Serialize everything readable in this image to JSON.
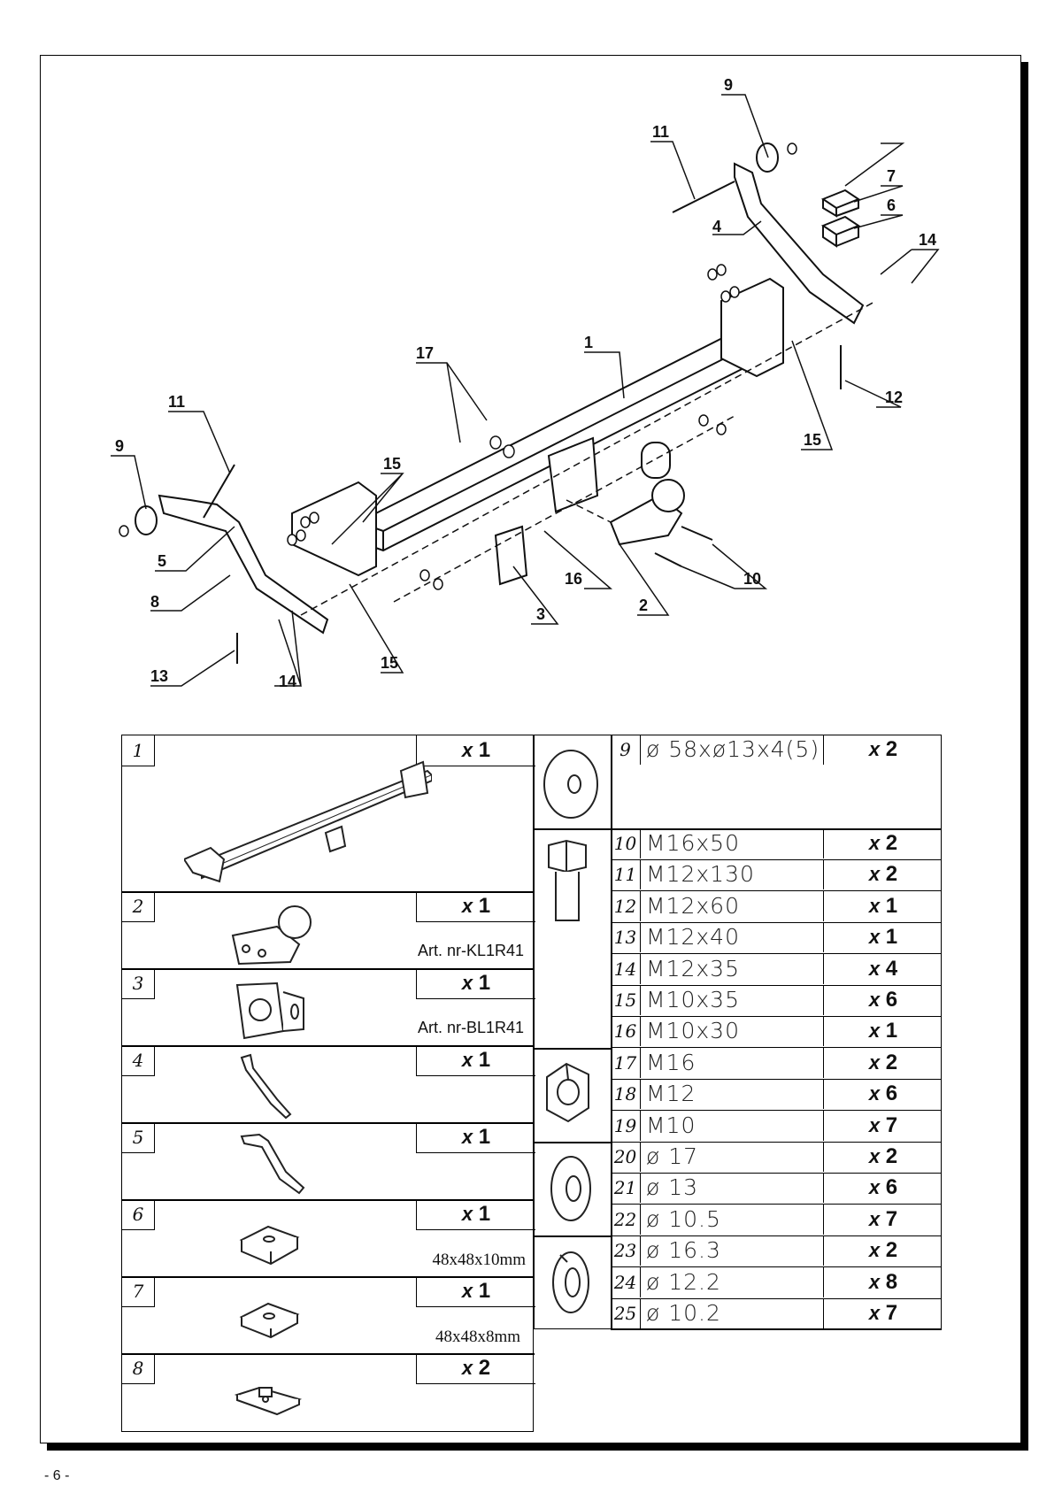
{
  "page": {
    "number": "- 6 -"
  },
  "diagram": {
    "callouts": [
      "1",
      "2",
      "3",
      "4",
      "5",
      "6",
      "7",
      "8",
      "9",
      "10",
      "11",
      "12",
      "13",
      "14",
      "15",
      "16",
      "17"
    ]
  },
  "parts_left": [
    {
      "num": "1",
      "qty": "1",
      "note": ""
    },
    {
      "num": "2",
      "qty": "1",
      "note": "Art. nr-KL1R41"
    },
    {
      "num": "3",
      "qty": "1",
      "note": "Art. nr-BL1R41"
    },
    {
      "num": "4",
      "qty": "1",
      "note": ""
    },
    {
      "num": "5",
      "qty": "1",
      "note": ""
    },
    {
      "num": "6",
      "qty": "1",
      "note": "48x48x10mm"
    },
    {
      "num": "7",
      "qty": "1",
      "note": "48x48x8mm"
    },
    {
      "num": "8",
      "qty": "2",
      "note": ""
    }
  ],
  "parts_right": [
    {
      "num": "9",
      "spec": "ø 58xø13x4(5)",
      "qty": "2"
    },
    {
      "num": "10",
      "spec": "M16x50",
      "qty": "2"
    },
    {
      "num": "11",
      "spec": "M12x130",
      "qty": "2"
    },
    {
      "num": "12",
      "spec": "M12x60",
      "qty": "1"
    },
    {
      "num": "13",
      "spec": "M12x40",
      "qty": "1"
    },
    {
      "num": "14",
      "spec": "M12x35",
      "qty": "4"
    },
    {
      "num": "15",
      "spec": "M10x35",
      "qty": "6"
    },
    {
      "num": "16",
      "spec": "M10x30",
      "qty": "1"
    },
    {
      "num": "17",
      "spec": "M16",
      "qty": "2"
    },
    {
      "num": "18",
      "spec": "M12",
      "qty": "6"
    },
    {
      "num": "19",
      "spec": "M10",
      "qty": "7"
    },
    {
      "num": "20",
      "spec": "ø 17",
      "qty": "2"
    },
    {
      "num": "21",
      "spec": "ø 13",
      "qty": "6"
    },
    {
      "num": "22",
      "spec": "ø 10.5",
      "qty": "7"
    },
    {
      "num": "23",
      "spec": "ø 16.3",
      "qty": "2"
    },
    {
      "num": "24",
      "spec": "ø 12.2",
      "qty": "8"
    },
    {
      "num": "25",
      "spec": "ø 10.2",
      "qty": "7"
    }
  ],
  "qty_prefix": "x",
  "icons": [
    "washer-icon",
    "bolt-icon",
    "nut-icon",
    "flat-washer-icon",
    "spring-washer-icon"
  ]
}
